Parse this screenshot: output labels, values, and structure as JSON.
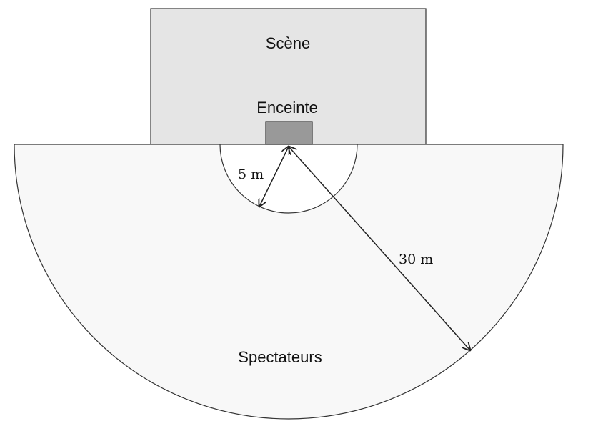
{
  "labels": {
    "stage": "Scène",
    "speaker": "Enceinte",
    "audience": "Spectateurs",
    "inner_radius": "5 m",
    "outer_radius": "30 m"
  },
  "colors": {
    "stage": "#e5e5e5",
    "speaker": "#999999",
    "audience": "#f8f8f8",
    "inner_zone": "#ffffff",
    "stroke": "#333333"
  }
}
